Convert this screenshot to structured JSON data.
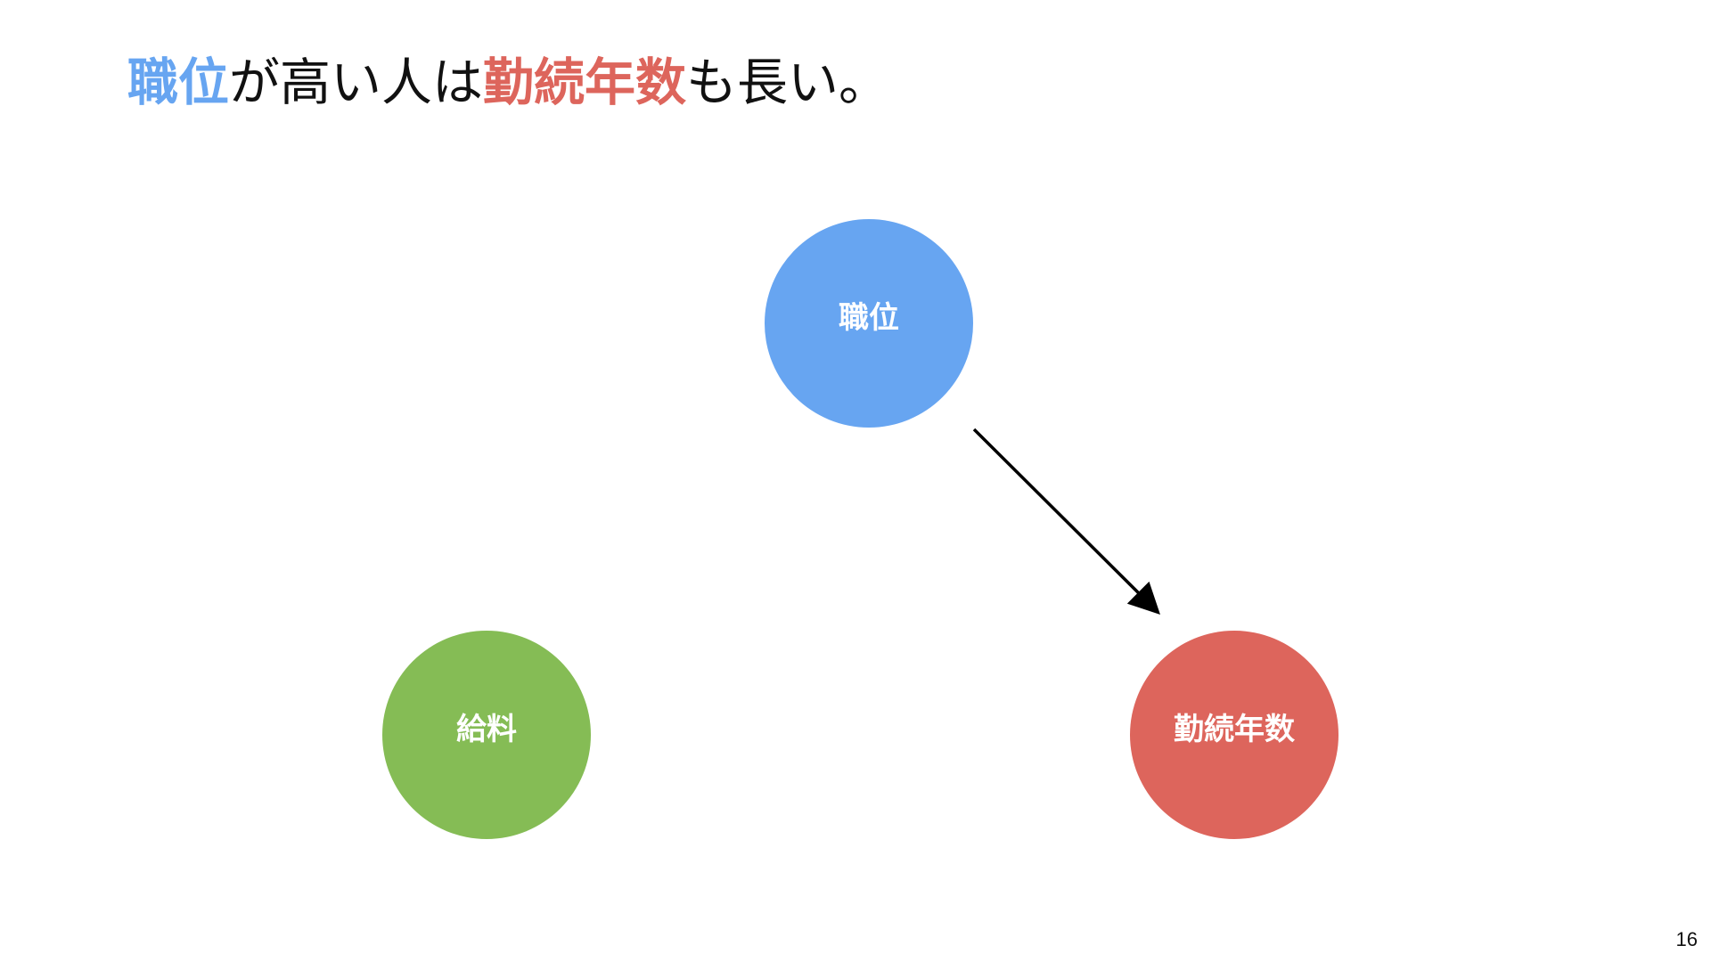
{
  "slide": {
    "headline": {
      "part1": "職位",
      "part2": "が高い人は",
      "part3": "勤続年数",
      "part4": "も長い。"
    },
    "page_number": "16"
  },
  "diagram": {
    "nodes": {
      "position": {
        "label": "職位",
        "color": "#67A5F1"
      },
      "salary": {
        "label": "給料",
        "color": "#85BC55"
      },
      "tenure": {
        "label": "勤続年数",
        "color": "#DD655C"
      }
    },
    "edges": [
      {
        "from": "職位",
        "to": "勤続年数",
        "color": "#000000"
      }
    ]
  }
}
